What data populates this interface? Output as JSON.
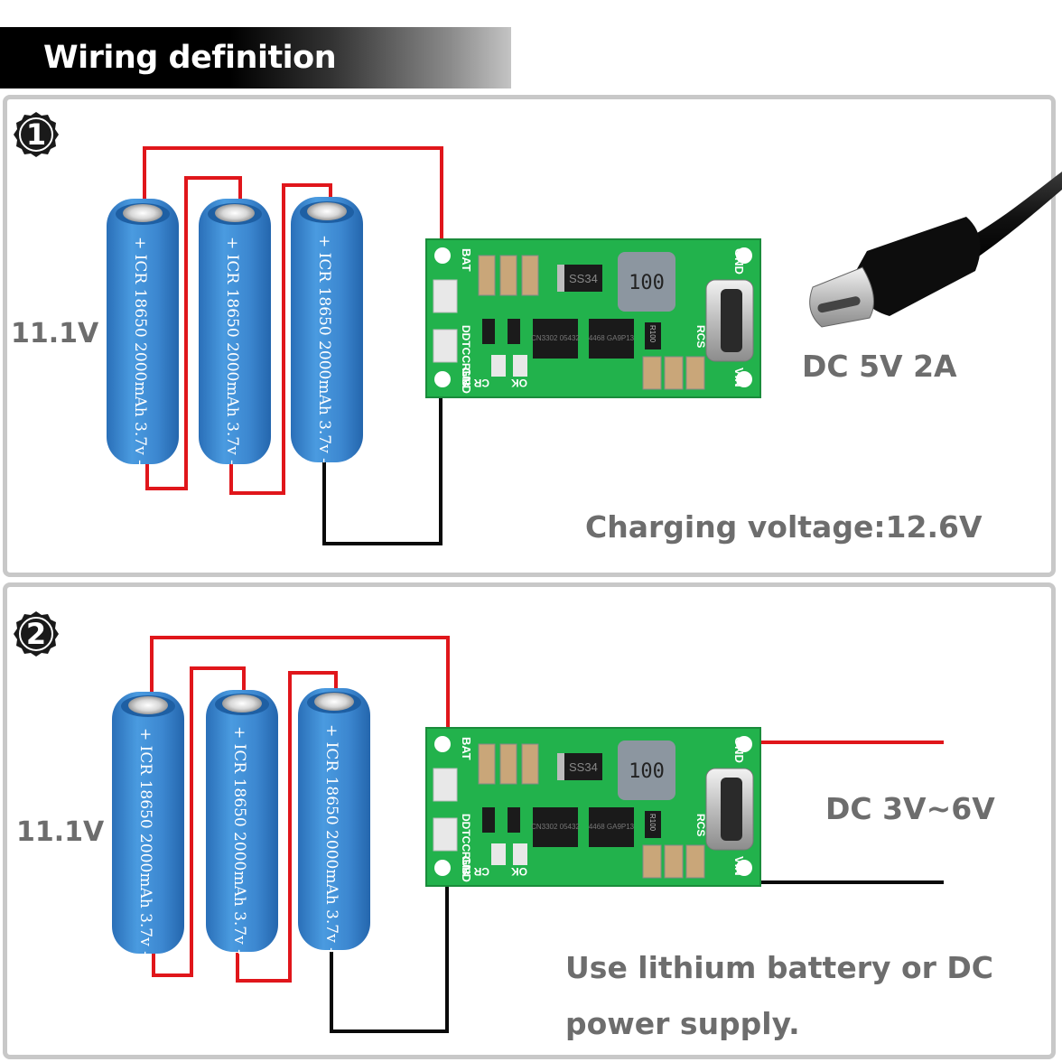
{
  "header": {
    "title": "Wiring definition"
  },
  "colors": {
    "wire_positive": "#e0161b",
    "wire_negative": "#0a0a0a",
    "battery": "#3b86cf",
    "pcb": "#22b24c",
    "label_gray": "#6d6d6d"
  },
  "panels": [
    {
      "step_number": "1",
      "voltage": "11.1V",
      "battery_text": "+ ICR 18650 2000mAh 3.7v -",
      "board": {
        "bat": "BAT",
        "gnd_left": "GND",
        "model": "DDTCCRUB",
        "gnd_right": "GND",
        "vin": "VIN",
        "rcs": "RCS",
        "cr": "CR",
        "ok": "OK",
        "inductor": "100",
        "diode": "SS34",
        "ic1": "CN3302 05432",
        "ic2": "4468 GA9P13",
        "resistor": "R100"
      },
      "input_label": "DC 5V 2A",
      "note": "Charging voltage:12.6V"
    },
    {
      "step_number": "2",
      "voltage": "11.1V",
      "battery_text": "+ ICR 18650 2000mAh 3.7v -",
      "board": {
        "bat": "BAT",
        "gnd_left": "GND",
        "model": "DDTCCRUB",
        "gnd_right": "GND",
        "vin": "VIN",
        "rcs": "RCS",
        "cr": "CR",
        "ok": "OK",
        "inductor": "100",
        "diode": "SS34",
        "ic1": "CN3302 05432",
        "ic2": "4468 GA9P13",
        "resistor": "R100"
      },
      "input_label": "DC 3V~6V",
      "note_line1": "Use lithium battery or DC",
      "note_line2": "power supply."
    }
  ]
}
